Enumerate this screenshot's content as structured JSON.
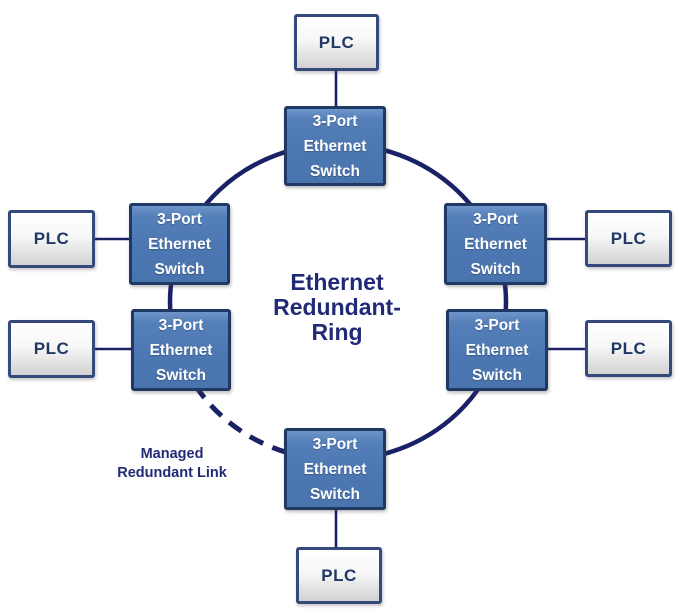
{
  "diagram": {
    "title_lines": [
      "Ethernet",
      "Redundant-",
      "Ring"
    ],
    "switch_label_lines": [
      "3-Port",
      "Ethernet",
      "Switch"
    ],
    "plc_label": "PLC",
    "managed_link_label_lines": [
      "Managed",
      "Redundant Link"
    ]
  },
  "colors": {
    "background": "#ffffff",
    "ring_line": "#1b2166",
    "connector_line": "#1b2166",
    "switch_fill": "#4c77b2",
    "switch_border": "#1f3864",
    "switch_text": "#ffffff",
    "plc_fill_top": "#ffffff",
    "plc_fill_bottom": "#d2d2d2",
    "plc_border": "#35497c",
    "plc_text": "#1f3864",
    "title_text": "#212a77"
  }
}
